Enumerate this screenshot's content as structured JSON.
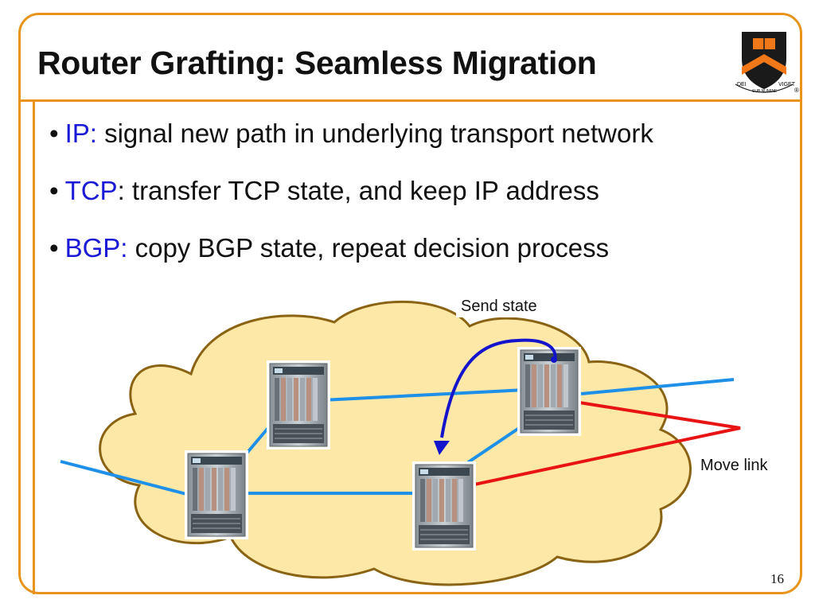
{
  "slide": {
    "title": "Router Grafting: Seamless Migration",
    "page_number": "16"
  },
  "bullets": [
    {
      "keyword": "IP:",
      "text": " signal new path in underlying transport network"
    },
    {
      "keyword": "TCP",
      "text": ": transfer TCP state, and keep IP address"
    },
    {
      "keyword": "BGP:",
      "text": " copy BGP state, repeat decision process"
    }
  ],
  "diagram": {
    "send_state_label": "Send state",
    "move_link_label": "Move link",
    "routers": [
      "router-top-left",
      "router-bottom-left",
      "router-bottom-middle",
      "router-top-right"
    ]
  },
  "logo": {
    "motto_left": "DEI",
    "motto_center": "SUB NUMINE",
    "motto_right": "VIGET",
    "registered_mark": "®"
  },
  "colors": {
    "frame": "#e8941a",
    "keyword": "#1a1ad6",
    "blue_link": "#1e90e8",
    "red_link": "#e81414",
    "arrow": "#1414cc",
    "cloud_fill": "#fde8a8",
    "cloud_stroke": "#8a6414",
    "shield_black": "#1a1a1a",
    "shield_orange": "#f07818"
  }
}
